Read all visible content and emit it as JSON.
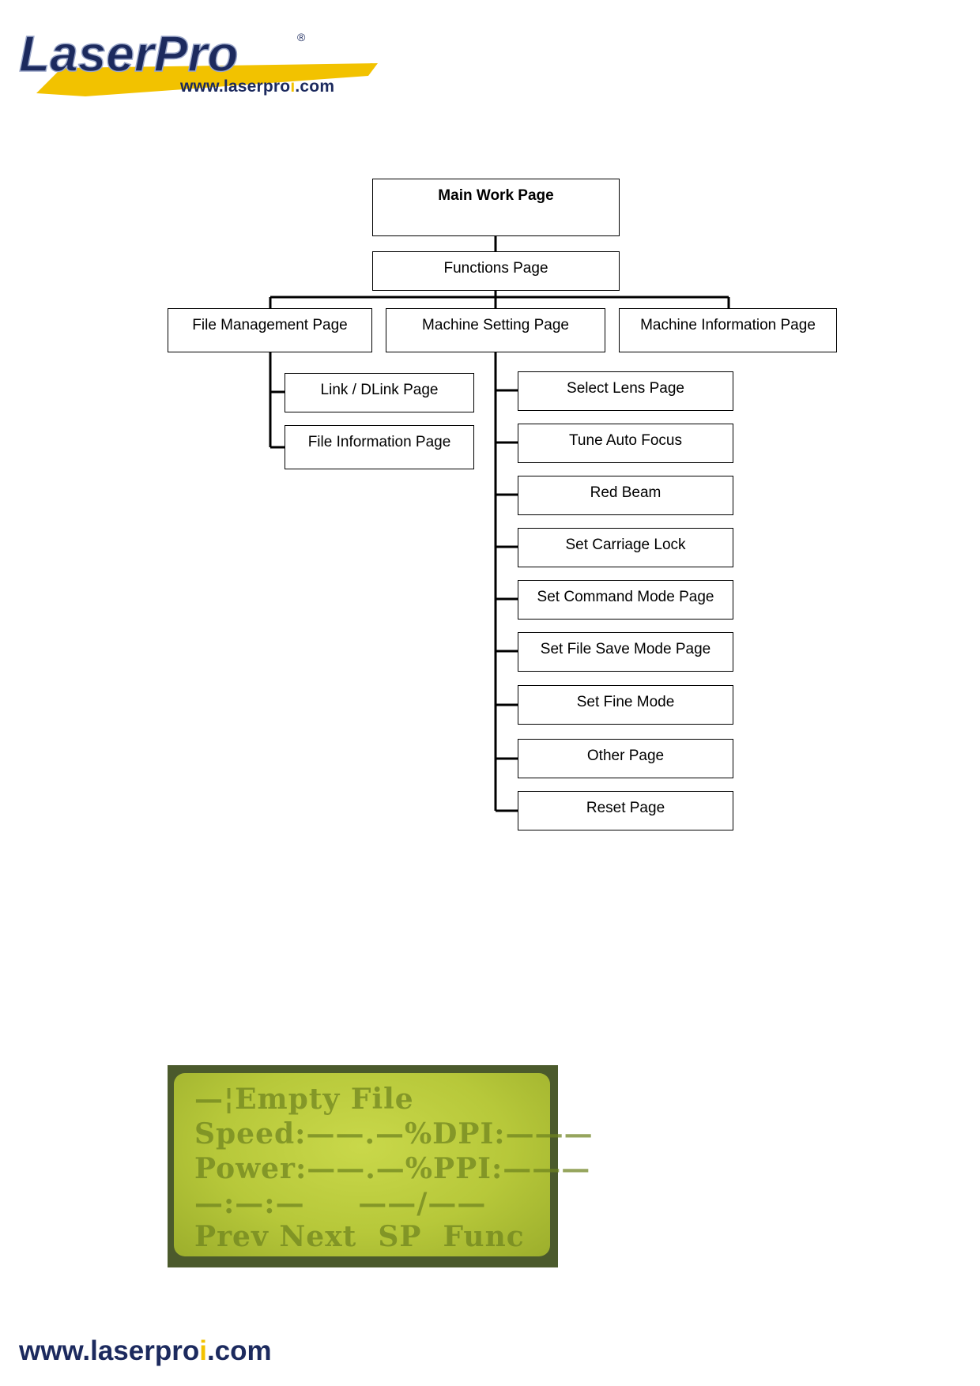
{
  "header": {
    "brand": "LaserPro",
    "registered": "®",
    "url_prefix": "www.laserpro",
    "url_accent": "i",
    "url_suffix": ".com"
  },
  "diagram": {
    "root": "Main Work Page",
    "functions": "Functions Page",
    "branches": [
      "File Management Page",
      "Machine Setting Page",
      "Machine Information Page"
    ],
    "file_management_children": [
      "Link / DLink Page",
      "File Information Page"
    ],
    "machine_setting_children": [
      "Select Lens Page",
      "Tune Auto Focus",
      "Red Beam",
      "Set Carriage Lock",
      "Set Command Mode Page",
      "Set File Save Mode Page",
      "Set Fine Mode",
      "Other Page",
      "Reset Page"
    ]
  },
  "lcd": {
    "lines": [
      "—¦Empty File",
      "Speed:——.—%DPI:———",
      "Power:——.—%PPI:———",
      "—:—:—     ——/——",
      "Prev Next  SP  Func"
    ]
  },
  "footer": {
    "url_prefix": "www.laserpro",
    "url_accent": "i",
    "url_suffix": ".com"
  },
  "colors": {
    "brand_navy": "#1c2a5e",
    "brand_yellow": "#f2c200",
    "lcd_green": "#b7c83a"
  }
}
